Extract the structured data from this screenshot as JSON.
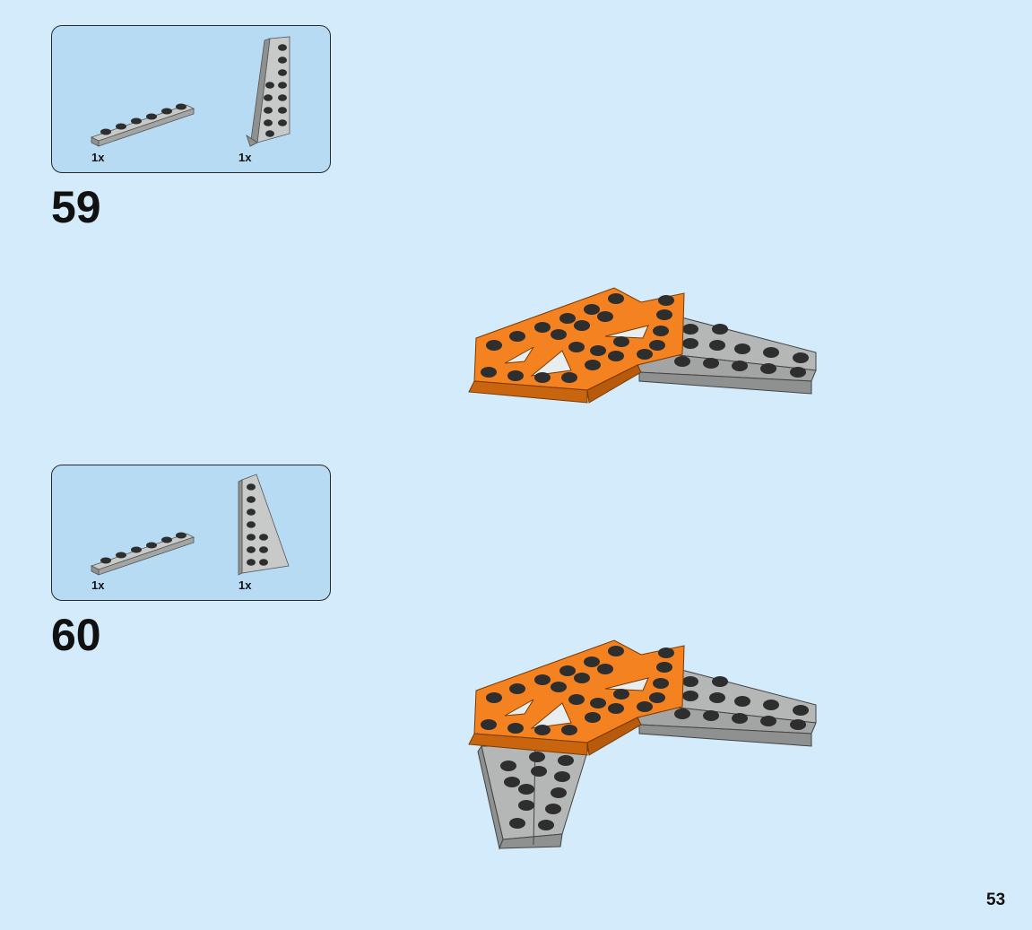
{
  "page": {
    "page_number": "53",
    "background": "#d3ebfa"
  },
  "steps": [
    {
      "number": "59",
      "parts": [
        {
          "qty": "1x",
          "icon": "gray-1x6-plate-icon"
        },
        {
          "qty": "1x",
          "icon": "gray-wedge-plate-icon"
        }
      ]
    },
    {
      "number": "60",
      "parts": [
        {
          "qty": "1x",
          "icon": "gray-1x6-plate-icon"
        },
        {
          "qty": "1x",
          "icon": "gray-wedge-plate-icon"
        }
      ]
    }
  ],
  "colors": {
    "orange": "#f58220",
    "gray": "#a3a5a4",
    "stud_dark": "#2e2e2e",
    "parts_box": "#b8dbf4"
  }
}
